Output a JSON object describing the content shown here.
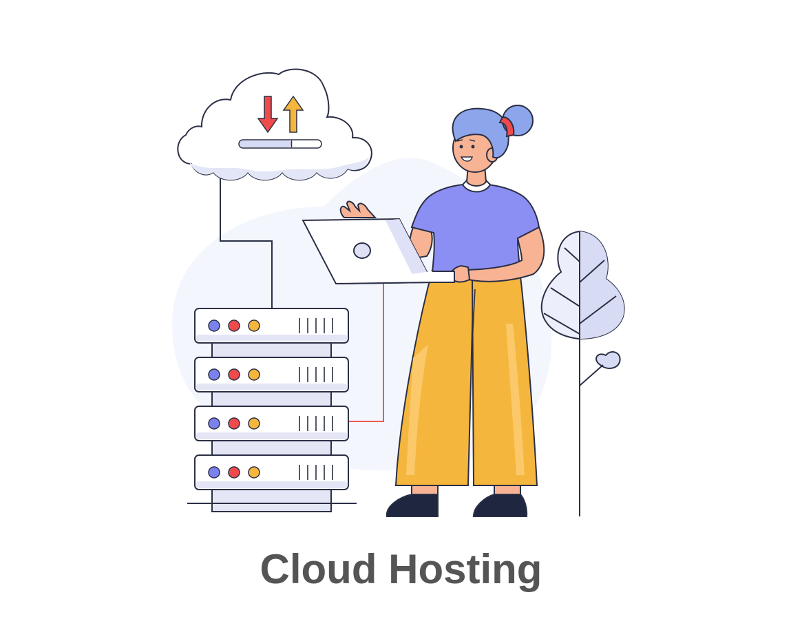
{
  "caption": {
    "title": "Cloud Hosting"
  },
  "colors": {
    "caption_text": "#555555",
    "outline": "#2b2f45",
    "blob": "#f3f6fc",
    "cloud_fill": "#ffffff",
    "cloud_shadow": "#e3e6f7",
    "progress_fill": "#d6daf4",
    "arrow_down": "#ee4b4b",
    "arrow_up": "#f4b63c",
    "server_face": "#ffffff",
    "server_shade": "#e4e6f6",
    "led_blue": "#7b82ee",
    "led_red": "#ef4b4b",
    "led_yellow": "#f4b63c",
    "cable_red": "#ee5a4e",
    "hair": "#8da5ea",
    "hair_band": "#ef4b4b",
    "skin": "#f7b393",
    "shirt": "#8b8ff4",
    "collar": "#ffffff",
    "pants": "#f4b63c",
    "pants_highlight": "#fbc96a",
    "shoes": "#1f2740",
    "laptop": "#ffffff",
    "laptop_shade": "#dfe2f6",
    "tree_leaf": "#eceefb",
    "tree_leaf_shade": "#d7dbf4"
  },
  "icons": {
    "download": "arrow-down-icon",
    "upload": "arrow-up-icon",
    "cloud": "cloud-icon",
    "server": "server-rack-icon",
    "laptop": "laptop-icon",
    "tree": "tree-icon"
  },
  "progress": {
    "fraction": 0.64
  },
  "server_rack": {
    "unit_count": 4
  }
}
